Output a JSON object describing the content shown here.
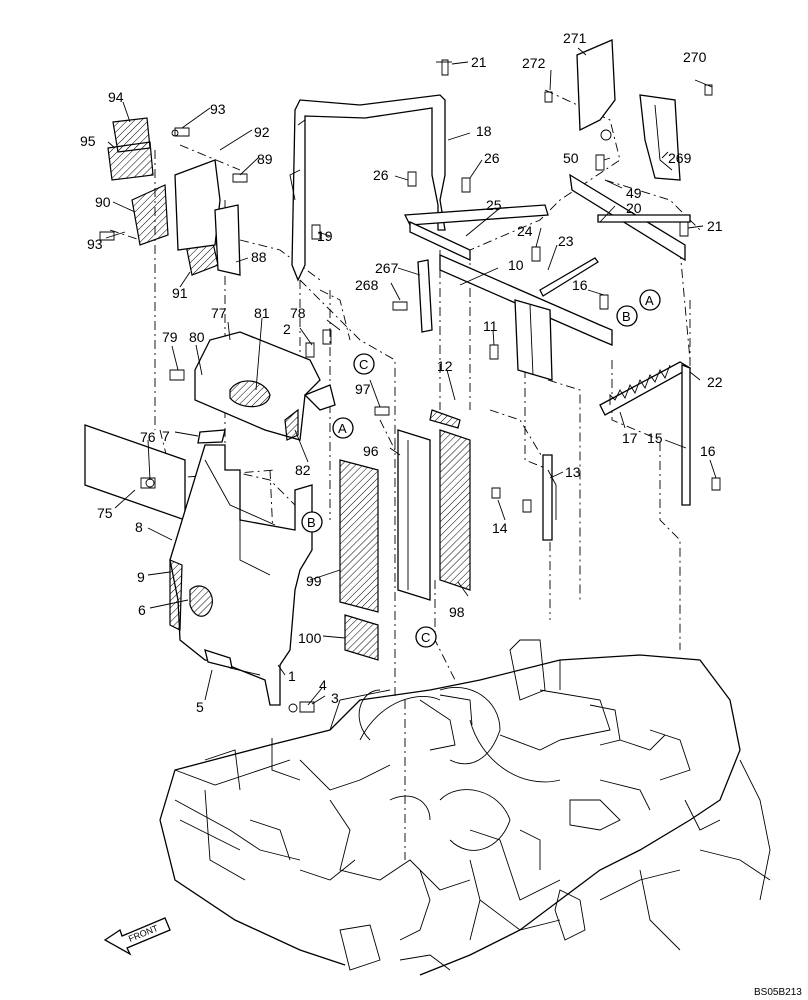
{
  "diagram": {
    "drawing_code": "BS05B213",
    "front_label": "FRONT",
    "callouts": {
      "c1": "1",
      "c2": "2",
      "c3": "3",
      "c4": "4",
      "c5": "5",
      "c6": "6",
      "c7": "7",
      "c8": "8",
      "c9": "9",
      "c10": "10",
      "c11": "11",
      "c12": "12",
      "c13": "13",
      "c14": "14",
      "c15": "15",
      "c16a": "16",
      "c16b": "16",
      "c17": "17",
      "c18": "18",
      "c19": "19",
      "c20": "20",
      "c21a": "21",
      "c21b": "21",
      "c22": "22",
      "c23": "23",
      "c24": "24",
      "c25": "25",
      "c26a": "26",
      "c26b": "26",
      "c49": "49",
      "c50": "50",
      "c75": "75",
      "c76": "76",
      "c77": "77",
      "c78": "78",
      "c79": "79",
      "c80": "80",
      "c81": "81",
      "c82": "82",
      "c88": "88",
      "c89": "89",
      "c90": "90",
      "c91": "91",
      "c92": "92",
      "c93a": "93",
      "c93b": "93",
      "c94": "94",
      "c95": "95",
      "c96": "96",
      "c97": "97",
      "c98": "98",
      "c99": "99",
      "c100": "100",
      "c267": "267",
      "c268": "268",
      "c269": "269",
      "c270": "270",
      "c271": "271",
      "c272": "272"
    },
    "refs": {
      "a1": "A",
      "a2": "A",
      "b1": "B",
      "b2": "B",
      "cc1": "C",
      "cc2": "C"
    }
  }
}
